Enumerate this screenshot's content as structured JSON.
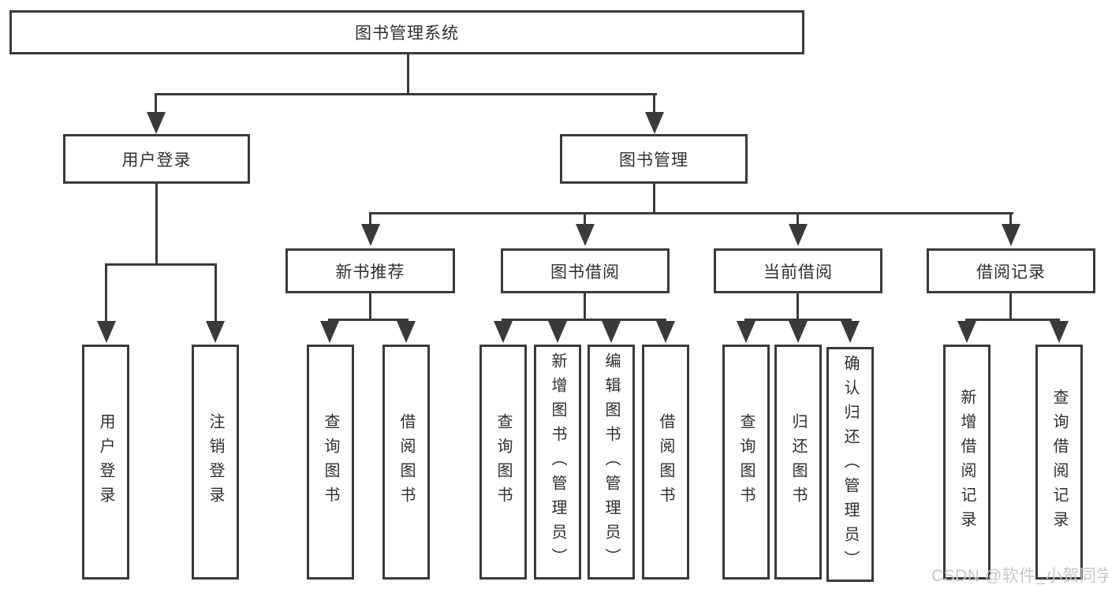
{
  "colors": {
    "line": "#3a3a3a",
    "text": "#2f2f2f",
    "box_bg": "#ffffff",
    "page_bg": "#ffffff",
    "watermark": "#c7c7c7"
  },
  "watermark": "CSDN @软件_小贺同学",
  "tree": {
    "root": "图书管理系统",
    "branches": [
      {
        "label": "用户登录",
        "children": [
          "用户登录",
          "注销登录"
        ]
      },
      {
        "label": "图书管理",
        "groups": [
          {
            "label": "新书推荐",
            "children": [
              "查询图书",
              "借阅图书"
            ]
          },
          {
            "label": "图书借阅",
            "children": [
              "查询图书",
              "新增图书（管理员）",
              "编辑图书（管理员）",
              "借阅图书"
            ]
          },
          {
            "label": "当前借阅",
            "children": [
              "查询图书",
              "归还图书",
              "确认归还（管理员）"
            ]
          },
          {
            "label": "借阅记录",
            "children": [
              "新增借阅记录",
              "查询借阅记录"
            ]
          }
        ]
      }
    ]
  }
}
